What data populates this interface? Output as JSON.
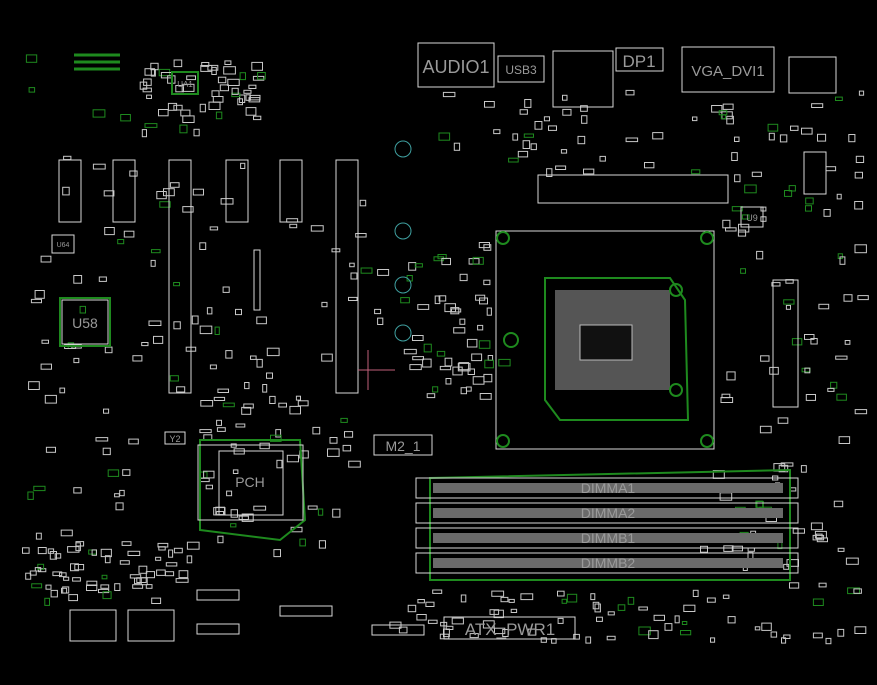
{
  "board": {
    "colors": {
      "outline": "#d8d8d8",
      "copper": "#1e8a1e",
      "label": "#9a9a9a",
      "background": "#000000"
    },
    "components": {
      "audio": "AUDIO1",
      "usb": "USB3",
      "dp": "DP1",
      "vga_dvi": "VGA_DVI1",
      "ua1": "UA1",
      "u58": "U58",
      "u64": "U64",
      "y2": "Y2",
      "pch": "PCH",
      "m2": "M2_1",
      "u9": "U9",
      "dimm_a1": "DIMMA1",
      "dimm_a2": "DIMMA2",
      "dimm_b1": "DIMMB1",
      "dimm_b2": "DIMMB2",
      "atx_pwr": "ATX_PWR1"
    }
  }
}
